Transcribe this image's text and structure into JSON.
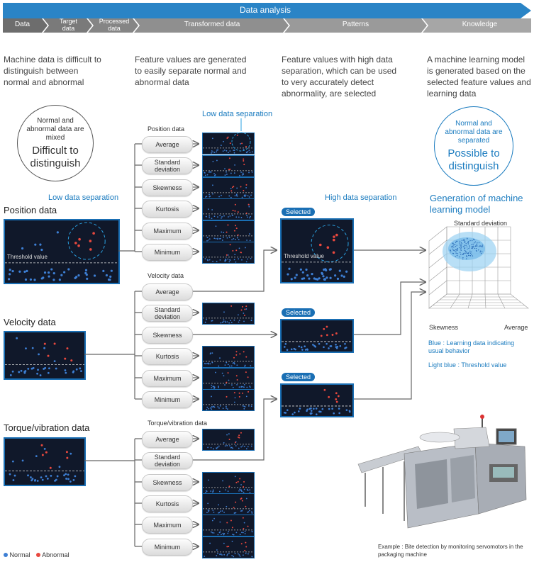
{
  "header": {
    "title": "Data analysis",
    "steps": [
      "Data",
      "Target data",
      "Processed data",
      "Transformed data",
      "Patterns",
      "Knowledge"
    ]
  },
  "descriptions": [
    "Machine data is difficult to distinguish between normal and abnormal",
    "Feature values are generated to easily separate normal and abnormal data",
    "Feature values with high data separation, which can be used to very accurately detect abnormality, are selected",
    "A machine learning model is generated based on the selected feature values and learning data"
  ],
  "left_circle": {
    "small": "Normal and abnormal data are mixed",
    "big": "Difficult to distinguish"
  },
  "right_circle": {
    "small": "Normal and abnormal data are separated",
    "big": "Possible to distinguish"
  },
  "low_sep": "Low data separation",
  "high_sep": "High data separation",
  "sources": [
    "Position data",
    "Velocity data",
    "Torque/vibration data"
  ],
  "group_titles": [
    "Position data",
    "Velocity data",
    "Torque/vibration data"
  ],
  "features": [
    "Average",
    "Standard deviation",
    "Skewness",
    "Kurtosis",
    "Maximum",
    "Minimum"
  ],
  "threshold": "Threshold value",
  "selected": "Selected",
  "model": {
    "title": "Generation of machine learning model",
    "axis_top": "Standard deviation",
    "axis_left": "Skewness",
    "axis_right": "Average"
  },
  "legend_model": {
    "blue": "Blue : Learning data indicating usual behavior",
    "light": "Light blue : Threshold value"
  },
  "legend": {
    "normal": "Normal",
    "abnormal": "Abnormal"
  },
  "example": "Example : Bite detection by monitoring servomotors in the packaging machine",
  "colors": {
    "normal": "#3d7fd4",
    "abnormal": "#e8483e",
    "accent": "#1a7bbf",
    "panel": "#10182a"
  }
}
